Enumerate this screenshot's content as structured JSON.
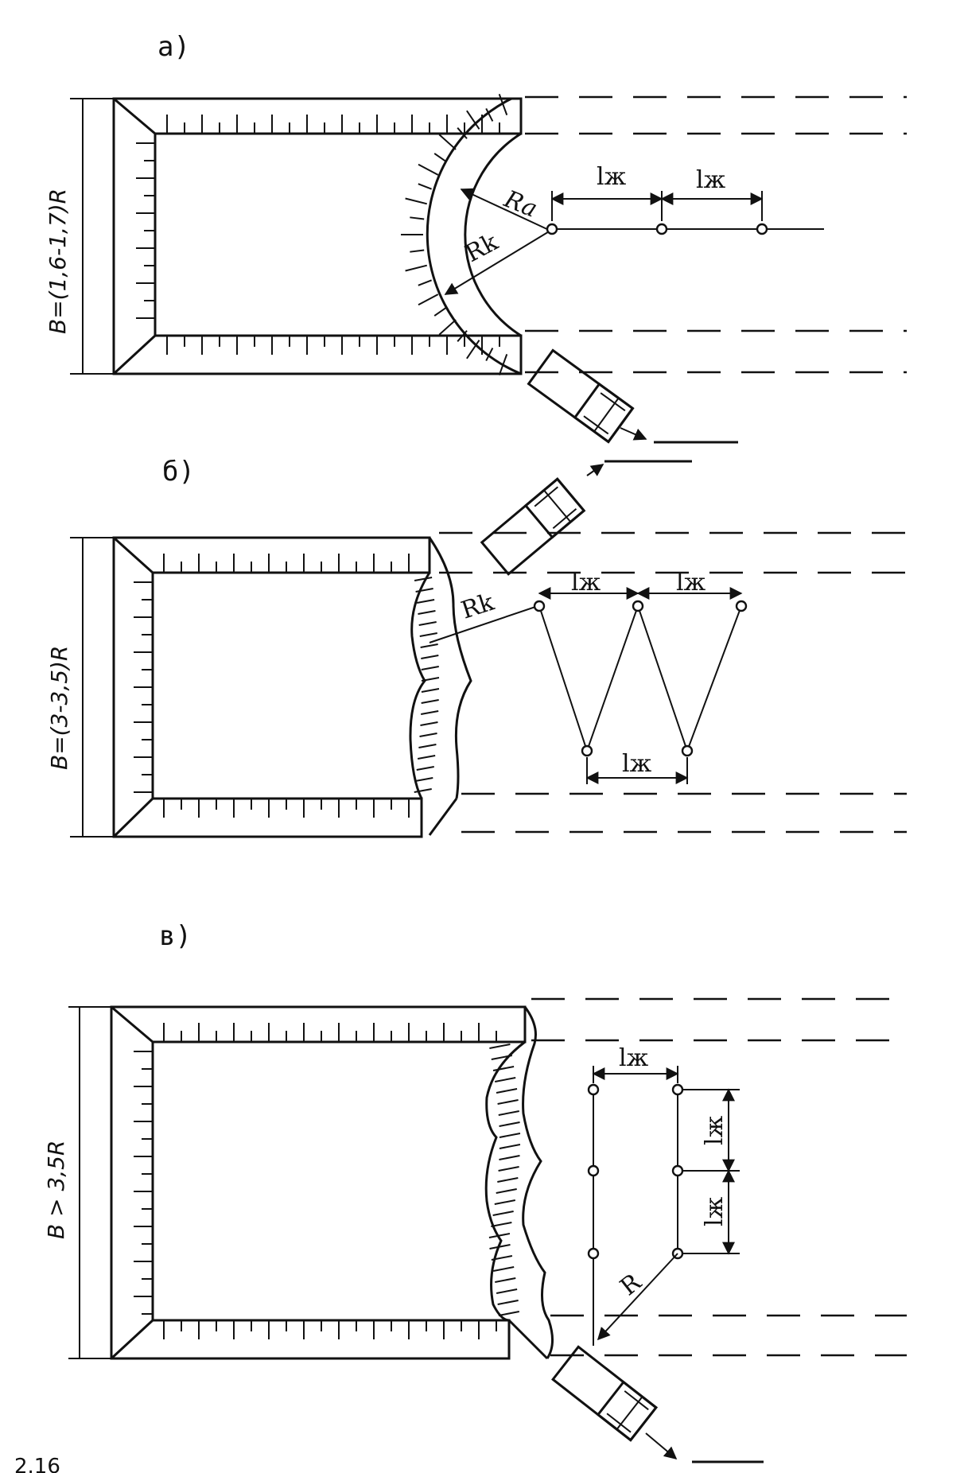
{
  "panels": [
    {
      "id": "a",
      "label": "а)",
      "width_formula": "B=(1,6-1,7)R",
      "radius_a": "Ra",
      "radius_k": "Rk",
      "spacing": "lж"
    },
    {
      "id": "b",
      "label": "б)",
      "width_formula": "B=(3-3,5)R",
      "radius_k": "Rk",
      "spacing": "lж"
    },
    {
      "id": "c",
      "label": "в)",
      "width_formula": "B > 3,5R",
      "radius": "R",
      "spacing": "lж"
    }
  ],
  "caption": "2.16"
}
